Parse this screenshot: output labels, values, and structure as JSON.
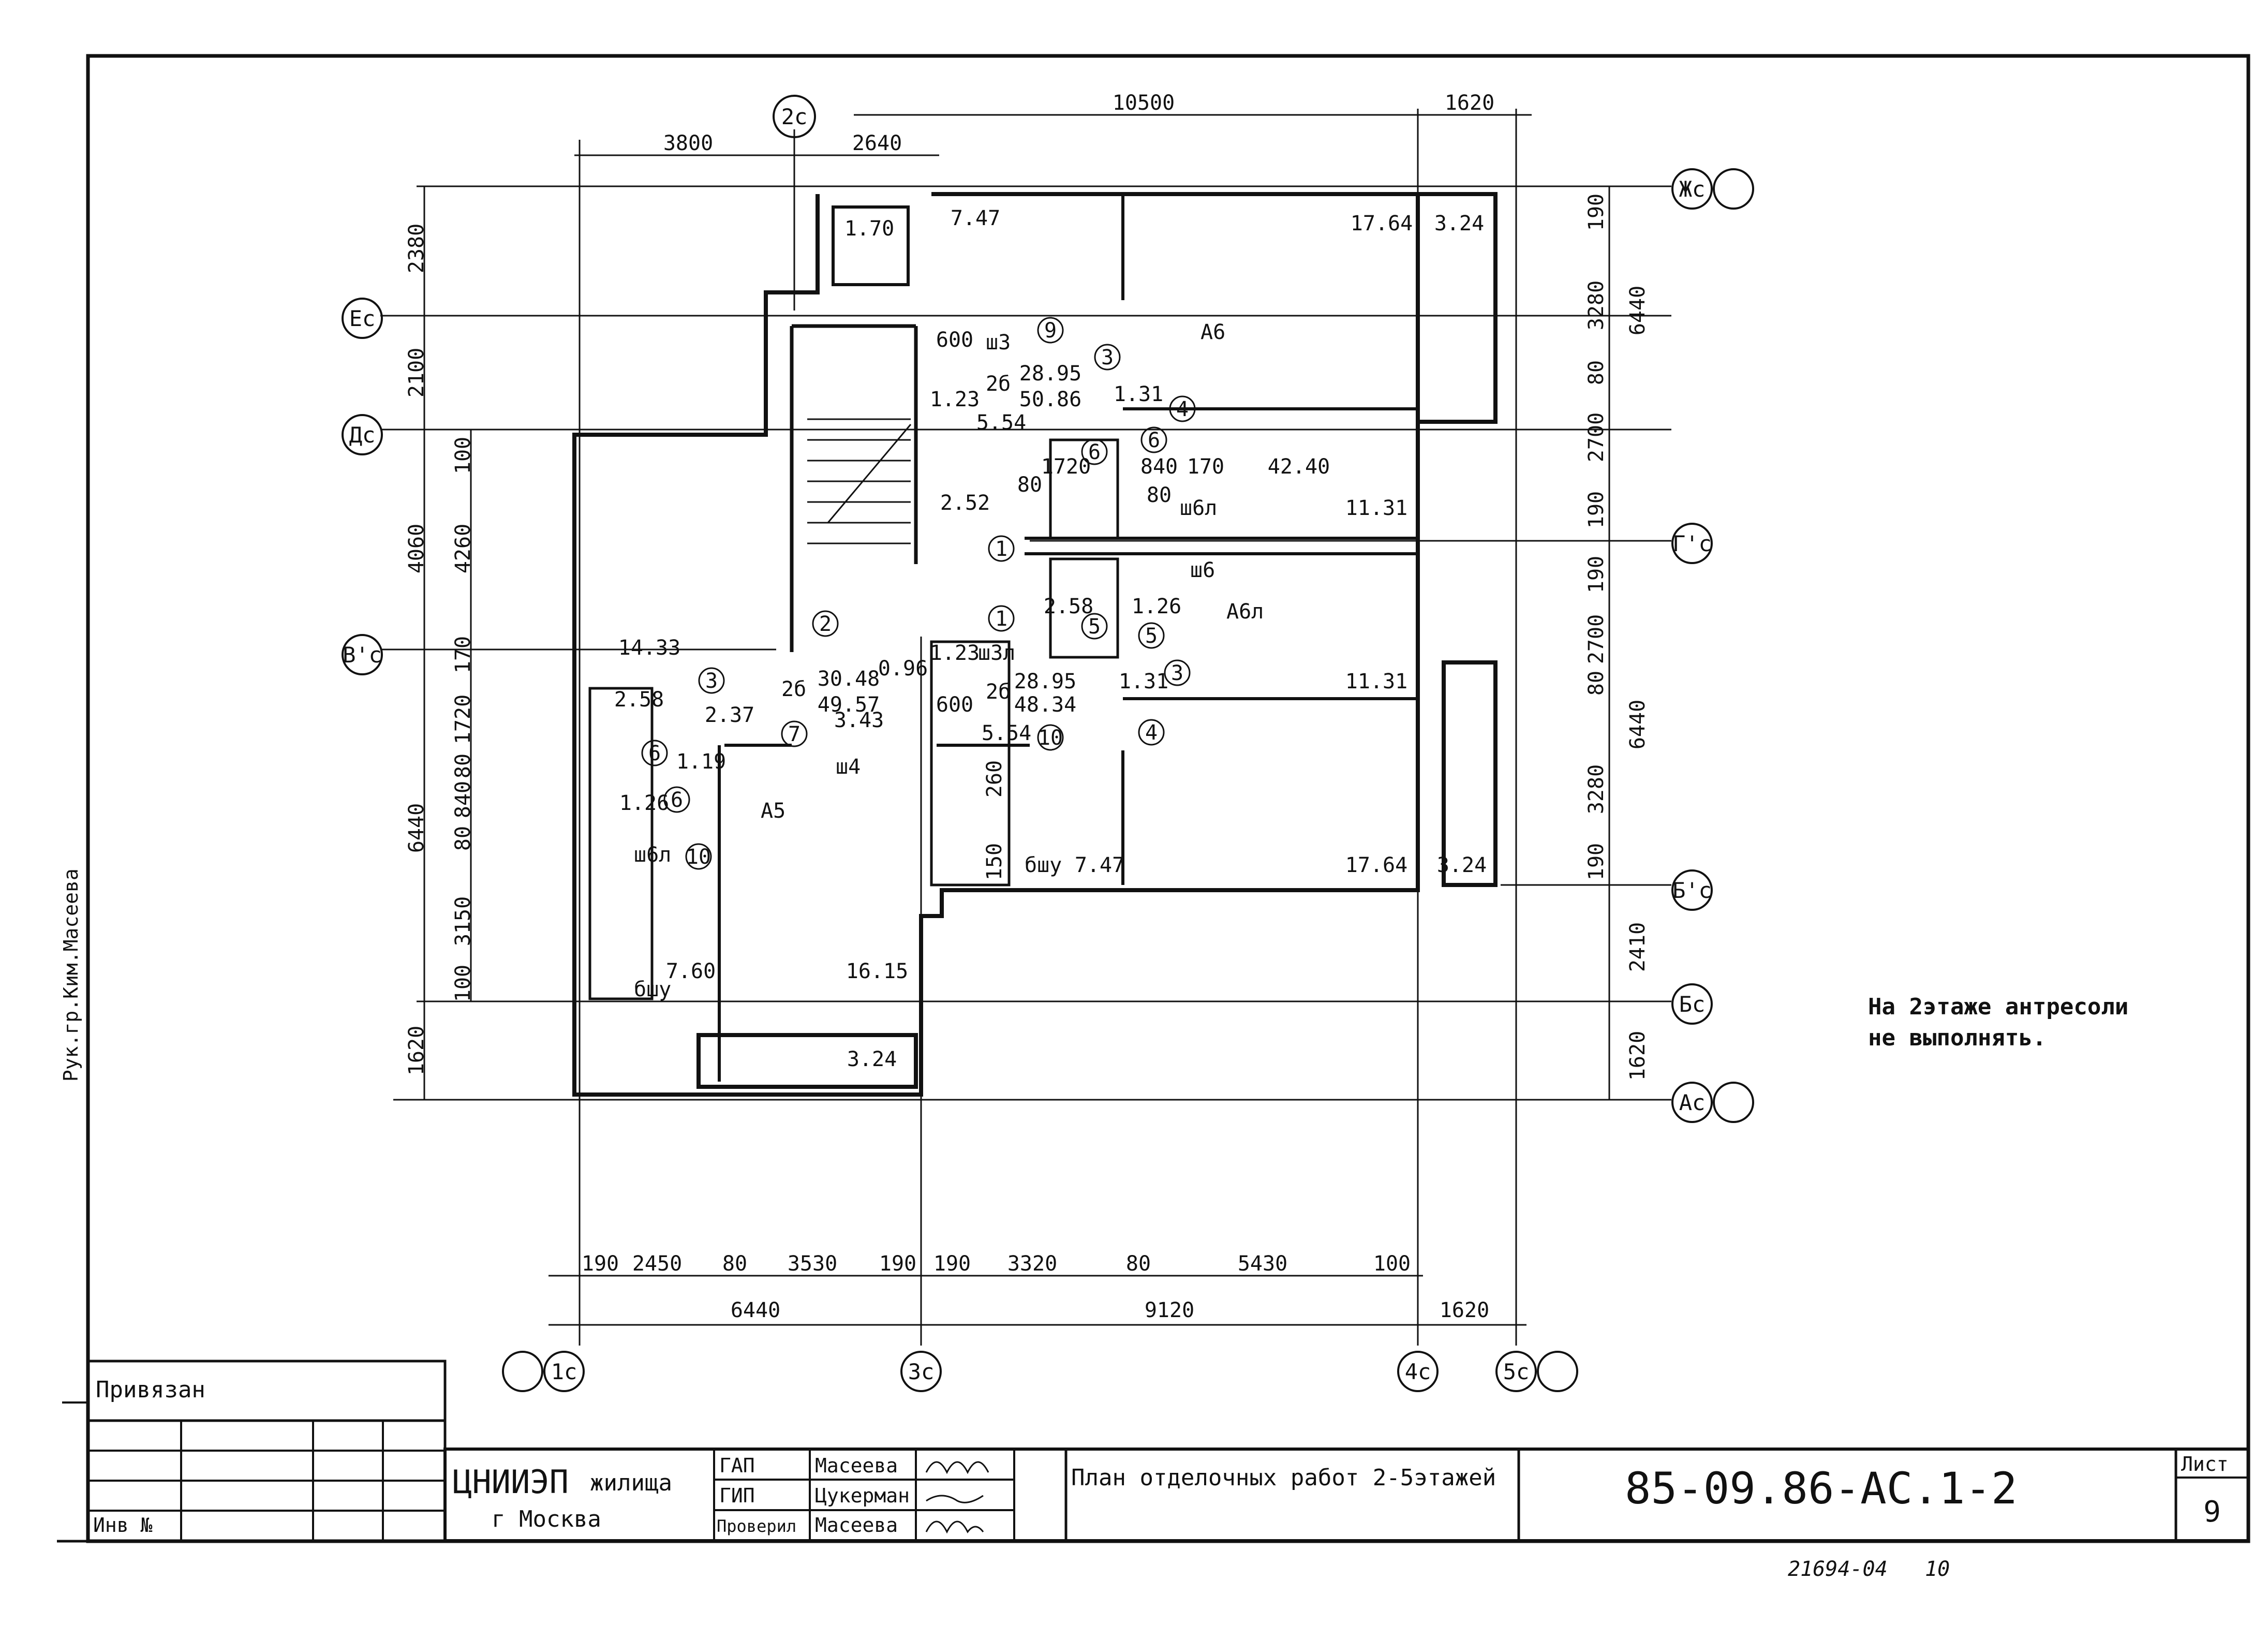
{
  "axes": {
    "columns": [
      "1c",
      "2c",
      "3c",
      "4c",
      "5c"
    ],
    "rows": [
      "Жc",
      "Ec",
      "Дc",
      "Г'c",
      "В'c",
      "Б'c",
      "Бc",
      "Ac"
    ]
  },
  "dimensions": {
    "top": [
      "3800",
      "2640",
      "10500",
      "1620"
    ],
    "bottom_row1": [
      "190",
      "2450",
      "80",
      "3530",
      "190",
      "190",
      "3320",
      "80",
      "5430",
      "100",
      "1620"
    ],
    "bottom_row2": [
      "6440",
      "9120"
    ],
    "left_outer": [
      "2380",
      "2100",
      "4060",
      "6440",
      "1620"
    ],
    "left_inner": [
      "100",
      "4260",
      "170",
      "1720",
      "80",
      "840",
      "80",
      "3150",
      "100"
    ],
    "right": [
      "190",
      "3280",
      "6440",
      "80",
      "2700",
      "190",
      "190",
      "2700",
      "80",
      "6440",
      "3280",
      "190",
      "2410",
      "1620"
    ],
    "inner": [
      "600",
      "1720",
      "840",
      "170",
      "80",
      "80",
      "600",
      "260",
      "150"
    ]
  },
  "rooms": {
    "areas": [
      "7.47",
      "1.70",
      "17.64",
      "3.24",
      "28.95",
      "50.86",
      "1.23",
      "5.54",
      "1.31",
      "42.40",
      "11.31",
      "2.52",
      "14.33",
      "30.48",
      "49.57",
      "0.96",
      "3.43",
      "2.58",
      "1.26",
      "28.95",
      "48.34",
      "11.31",
      "1.23",
      "5.54",
      "1.31",
      "2.58",
      "2.37",
      "1.19",
      "1.26",
      "7.60",
      "16.15",
      "3.24",
      "7.47",
      "17.64",
      "3.24"
    ],
    "labels": [
      "ш3",
      "2б",
      "А6",
      "ш6л",
      "ш6",
      "А6л",
      "ш3л",
      "2б",
      "2б",
      "ш4",
      "А5",
      "ш6л",
      "бшу",
      "бшу"
    ],
    "markers": [
      "9",
      "3",
      "4",
      "6",
      "6",
      "1",
      "1",
      "2",
      "3",
      "5",
      "5",
      "3",
      "4",
      "10",
      "7",
      "6",
      "6",
      "10"
    ]
  },
  "note": {
    "line1": "На 2этаже антресоли",
    "line2": "не выполнять."
  },
  "stamp": {
    "tied_label": "Привязан",
    "inv_label": "Инв №",
    "org_line1": "ЦНИИЭП",
    "org_line1b": "жилища",
    "org_line2": "г Москва",
    "roles": [
      "ГАП",
      "ГИП",
      "Проверил"
    ],
    "names": [
      "Масеева",
      "Цукерман",
      "Масеева"
    ],
    "sheet_title": "План отделочных работ 2-5этажей",
    "code": "85-09.86-АС.1-2",
    "sheet_label": "Лист",
    "sheet_number": "9",
    "footer_number": "21694-04",
    "footer_page": "10"
  },
  "side_stamp": "Рук.гр.Ким.Масеева",
  "colors": {
    "ink": "#111111",
    "paper": "#ffffff"
  }
}
